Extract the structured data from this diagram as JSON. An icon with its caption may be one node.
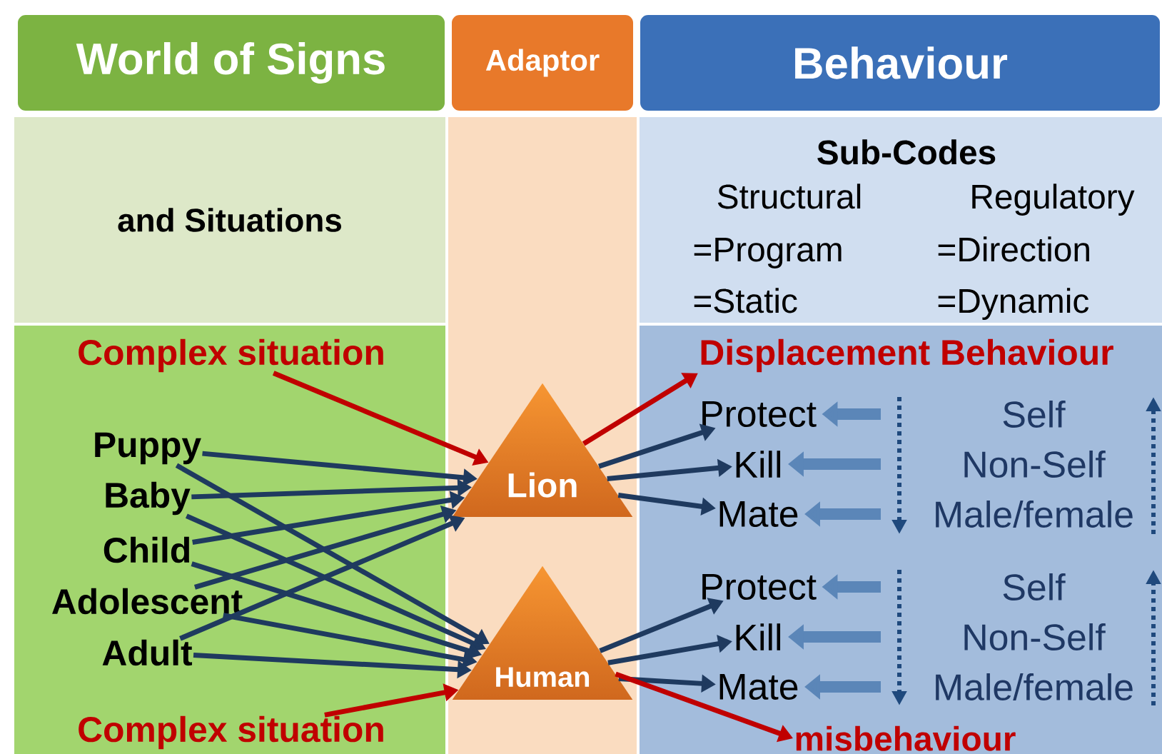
{
  "diagram": {
    "nodes": [
      {
        "text": [
          "World of Signs"
        ]
      },
      {
        "text": [
          "Adaptor"
        ]
      },
      {
        "text": [
          "Behaviour"
        ]
      },
      {
        "text": [
          "and Situations"
        ]
      },
      {
        "text": [
          "Sub-Codes",
          "Structural",
          "Regulatory",
          "=Program",
          "=Direction",
          "=Static",
          "=Dynamic"
        ]
      },
      {
        "text": [
          "Complex situation"
        ]
      },
      {
        "text": [
          "Puppy"
        ]
      },
      {
        "text": [
          "Baby"
        ]
      },
      {
        "text": [
          "Child"
        ]
      },
      {
        "text": [
          "Adolescent"
        ]
      },
      {
        "text": [
          "Adult"
        ]
      },
      {
        "text": [
          "Complex situation"
        ]
      },
      {
        "text": [
          "Lion"
        ]
      },
      {
        "text": [
          "Human"
        ]
      },
      {
        "text": [
          "Displacement Behaviour"
        ]
      },
      {
        "text": [
          "Protect"
        ]
      },
      {
        "text": [
          "Kill"
        ]
      },
      {
        "text": [
          "Mate"
        ]
      },
      {
        "text": [
          "Protect"
        ]
      },
      {
        "text": [
          "Kill"
        ]
      },
      {
        "text": [
          "Mate"
        ]
      },
      {
        "text": [
          "misbehaviour"
        ]
      }
    ],
    "edges": [
      {
        "from": 5,
        "to": 12,
        "arrow": "to",
        "color": "#c00000"
      },
      {
        "from": 12,
        "to": 14,
        "arrow": "to",
        "color": "#c00000"
      },
      {
        "from": 6,
        "to": 12,
        "arrow": "to"
      },
      {
        "from": 6,
        "to": 13,
        "arrow": "to"
      },
      {
        "from": 7,
        "to": 12,
        "arrow": "to"
      },
      {
        "from": 7,
        "to": 13,
        "arrow": "to"
      },
      {
        "from": 8,
        "to": 12,
        "arrow": "to"
      },
      {
        "from": 8,
        "to": 13,
        "arrow": "to"
      },
      {
        "from": 9,
        "to": 12,
        "arrow": "to"
      },
      {
        "from": 9,
        "to": 13,
        "arrow": "to"
      },
      {
        "from": 10,
        "to": 12,
        "arrow": "to"
      },
      {
        "from": 10,
        "to": 13,
        "arrow": "to"
      },
      {
        "from": 12,
        "to": 15,
        "arrow": "to"
      },
      {
        "from": 12,
        "to": 16,
        "arrow": "to"
      },
      {
        "from": 12,
        "to": 17,
        "arrow": "to"
      },
      {
        "from": 13,
        "to": 18,
        "arrow": "to"
      },
      {
        "from": 13,
        "to": 19,
        "arrow": "to"
      },
      {
        "from": 13,
        "to": 20,
        "arrow": "to"
      },
      {
        "from": null,
        "to": 15,
        "arrow": "to",
        "style": "thick",
        "color": "#5b86b8"
      },
      {
        "from": null,
        "to": 16,
        "arrow": "to",
        "style": "thick",
        "color": "#5b86b8"
      },
      {
        "from": null,
        "to": 17,
        "arrow": "to",
        "style": "thick",
        "color": "#5b86b8"
      },
      {
        "from": null,
        "to": 18,
        "arrow": "to",
        "style": "thick",
        "color": "#5b86b8"
      },
      {
        "from": null,
        "to": 19,
        "arrow": "to",
        "style": "thick",
        "color": "#5b86b8"
      },
      {
        "from": null,
        "to": 20,
        "arrow": "to",
        "style": "thick",
        "color": "#5b86b8"
      },
      {
        "from": 11,
        "to": 13,
        "arrow": "to",
        "color": "#c00000"
      },
      {
        "from": 13,
        "to": 21,
        "arrow": "to",
        "color": "#c00000"
      }
    ],
    "labels": [
      "Self",
      "Non-Self",
      "Male/female",
      "Self",
      "Non-Self",
      "Male/female"
    ]
  }
}
